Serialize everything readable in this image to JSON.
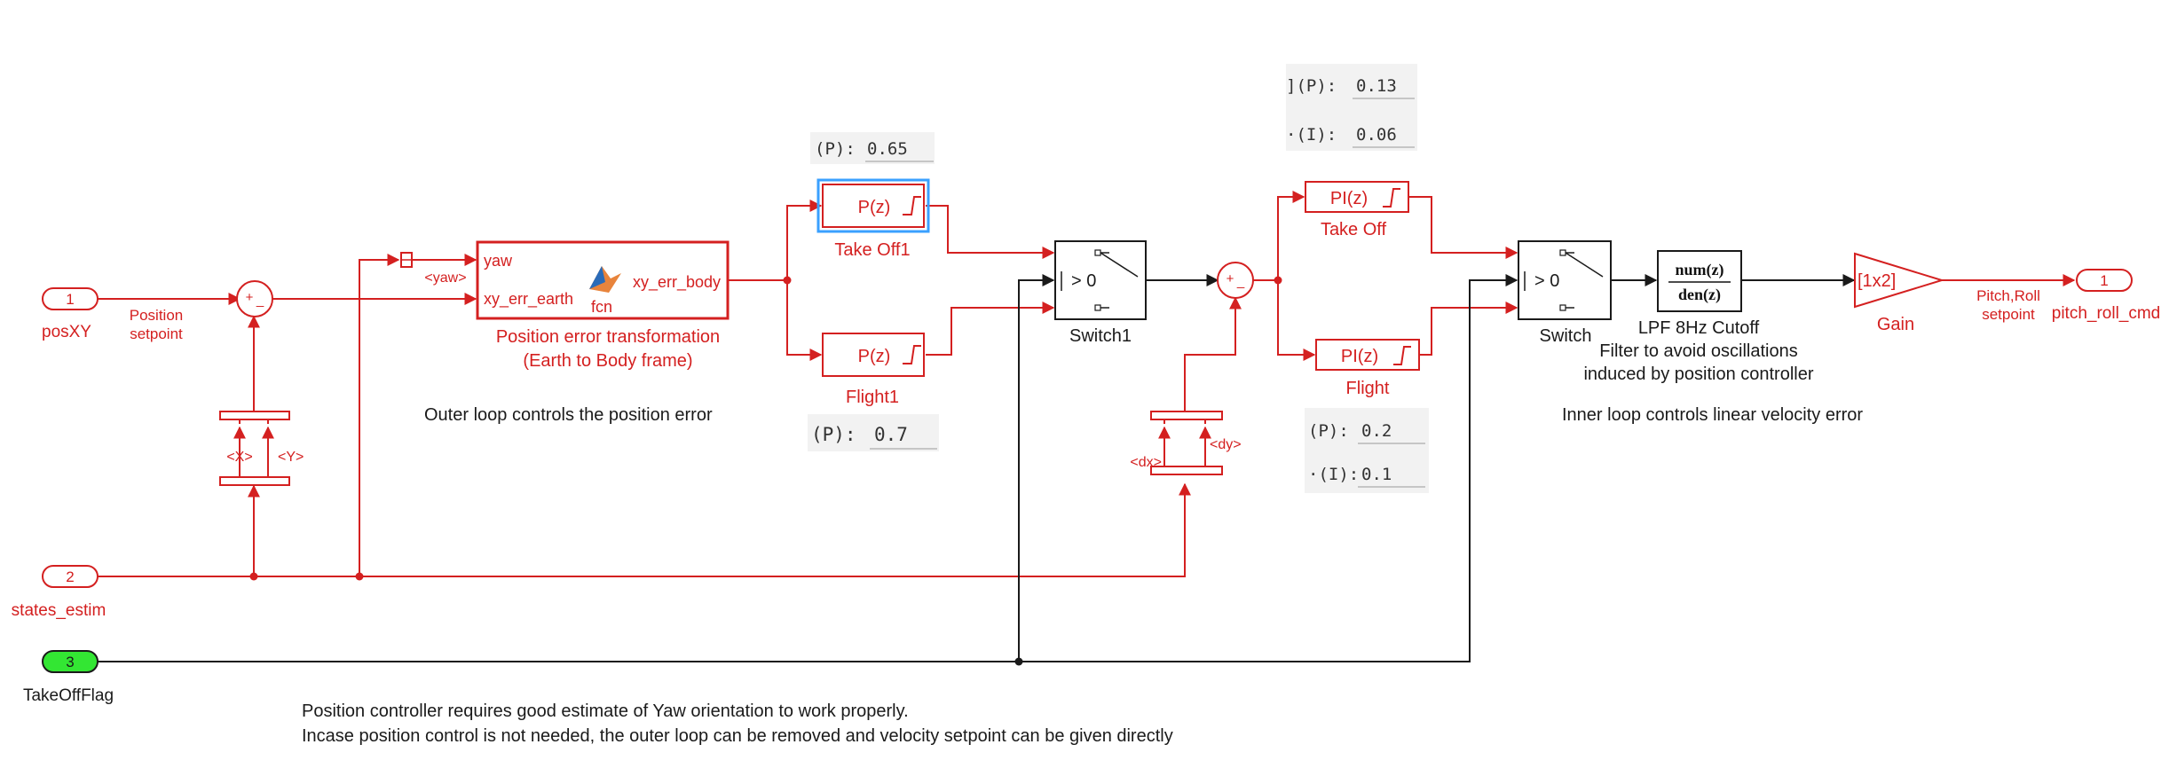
{
  "colors": {
    "signal": "#d42020",
    "black": "#1a1a1a",
    "port_green": "#33e633",
    "param_bg": "#f2f2f2",
    "highlight": "#3aa0ff"
  },
  "inports": [
    {
      "num": "1",
      "name": "posXY"
    },
    {
      "num": "2",
      "name": "states_estim"
    },
    {
      "num": "3",
      "name": "TakeOffFlag"
    }
  ],
  "outport": {
    "num": "1",
    "name": "pitch_roll_cmd"
  },
  "signals": {
    "position_setpoint": [
      "Position",
      "setpoint"
    ],
    "yaw": "<yaw>",
    "x": "<X>",
    "y": "<Y>",
    "dx": "<dx>",
    "dy": "<dy>",
    "pitch_roll_setpoint": [
      "Pitch,Roll",
      "setpoint"
    ]
  },
  "sum_signs": {
    "plus": "+",
    "minus": "_"
  },
  "fcn_block": {
    "in1": "yaw",
    "in2": "xy_err_earth",
    "out": "xy_err_body",
    "name": "fcn",
    "caption": [
      "Position error transformation",
      "(Earth to Body frame)"
    ]
  },
  "p_blocks": [
    {
      "label": "P(z)",
      "name": "Take Off1",
      "param_label": "(P):",
      "param_value": "0.65"
    },
    {
      "label": "P(z)",
      "name": "Flight1",
      "param_label": "(P):",
      "param_value": "0.7"
    }
  ],
  "pi_blocks": [
    {
      "label": "PI(z)",
      "name": "Take Off",
      "params": [
        {
          "label": "](P):",
          "value": "0.13"
        },
        {
          "label": "·(I):",
          "value": "0.06"
        }
      ]
    },
    {
      "label": "PI(z)",
      "name": "Flight",
      "params": [
        {
          "label": "(P):",
          "value": "0.2"
        },
        {
          "label": "·(I):",
          "value": "0.1"
        }
      ]
    }
  ],
  "switches": [
    {
      "name": "Switch1",
      "threshold": "> 0"
    },
    {
      "name": "Switch",
      "threshold": "> 0"
    }
  ],
  "tf": {
    "num": "num(z)",
    "den": "den(z)",
    "caption": [
      "LPF 8Hz Cutoff",
      "Filter to avoid oscillations",
      "induced by position controller"
    ]
  },
  "gain": {
    "value": "[1x2]",
    "name": "Gain"
  },
  "annotations": {
    "outer": "Outer loop controls the position error",
    "inner": "Inner loop controls linear velocity error",
    "note1": "Position controller requires good estimate of Yaw orientation to work properly.",
    "note2": "Incase position control is not needed, the outer loop can be removed and velocity setpoint can be given directly"
  }
}
